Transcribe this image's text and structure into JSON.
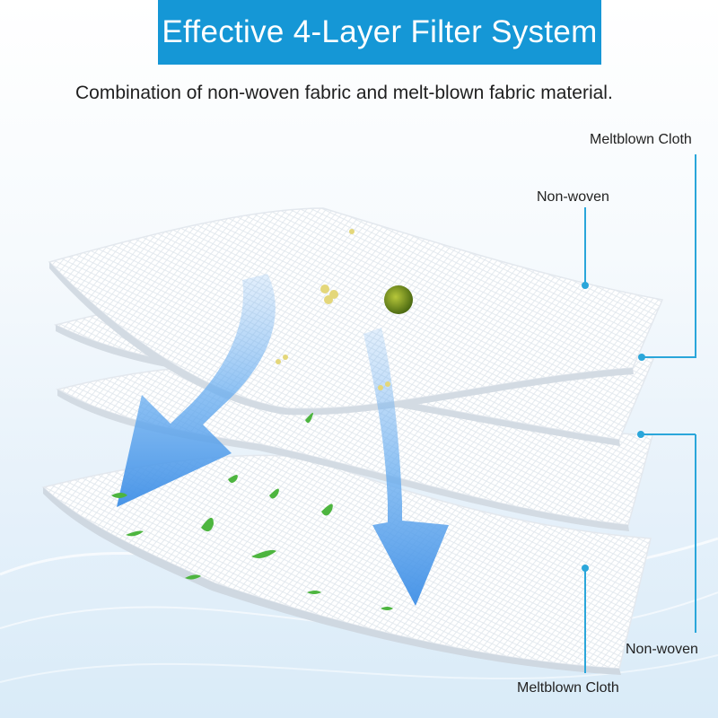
{
  "title": "Effective 4-Layer Filter System",
  "subtitle": "Combination of non-woven fabric and melt-blown fabric material.",
  "labels": {
    "layer1": "Non-woven",
    "layer2": "Meltblown Cloth",
    "layer3": "Non-woven",
    "layer4": "Meltblown Cloth"
  },
  "colors": {
    "banner": "#1597d6",
    "callout_line": "#2aa6da",
    "arrow": "#5aa5ee"
  }
}
